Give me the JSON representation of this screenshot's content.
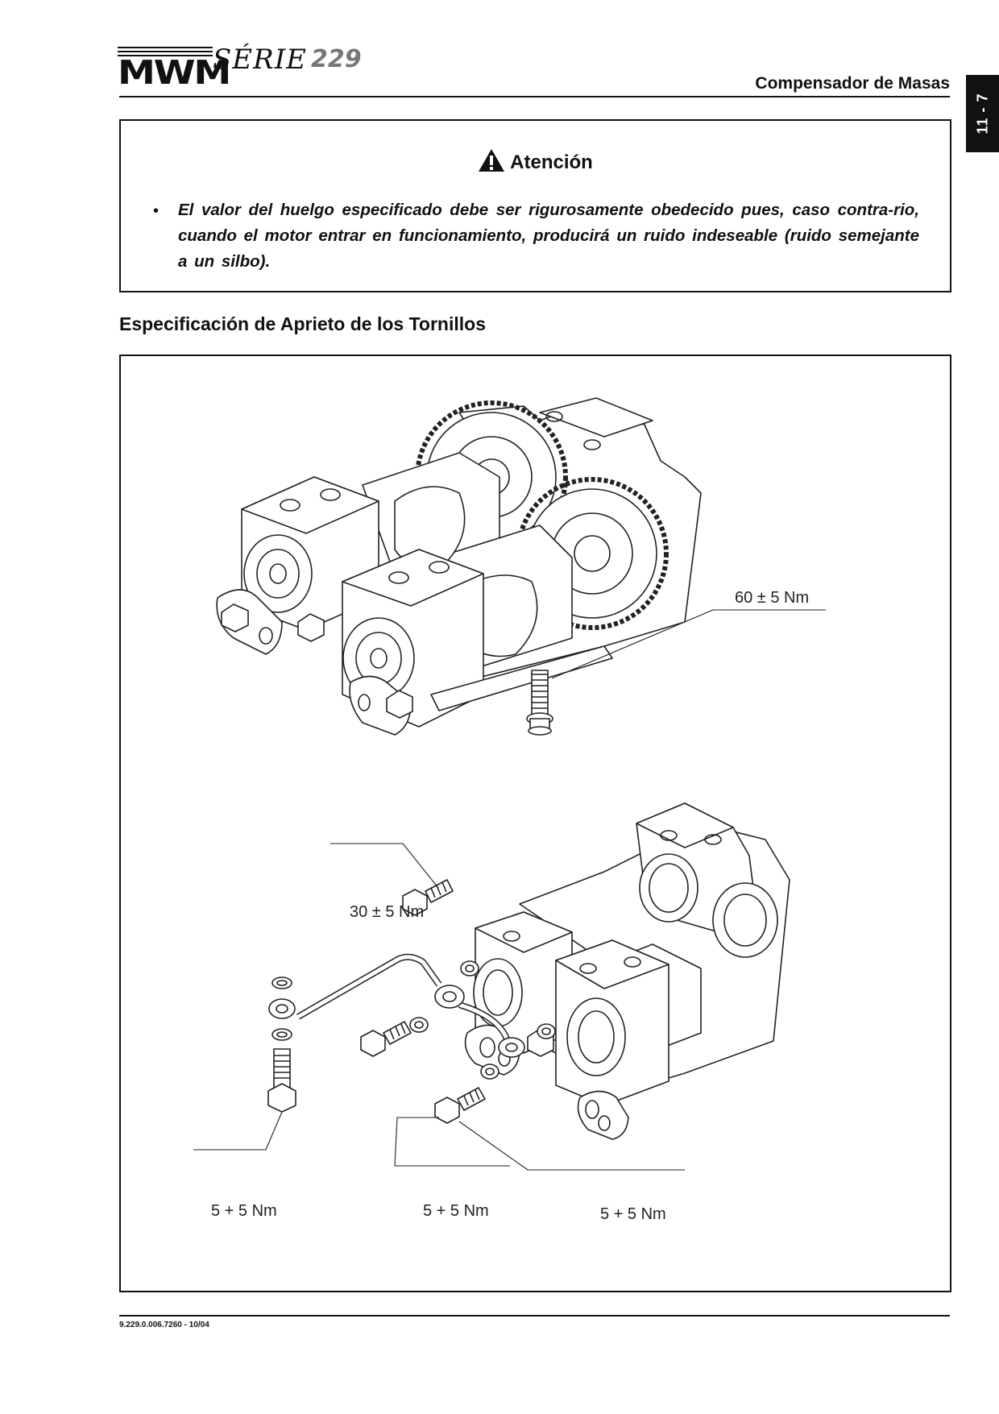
{
  "header": {
    "brand": "MWM",
    "series_word": "SÉRIE",
    "series_number": "229",
    "section_title": "Compensador de Masas",
    "page_tab": "11 - 7"
  },
  "warning": {
    "title": "Atención",
    "icon": "warning-triangle-icon",
    "bullet": "•",
    "text": "El valor del huelgo especificado debe ser rigurosamente obedecido pues, caso contra-rio, cuando el motor entrar en funcionamiento, producirá un ruido indeseable (ruido semejante a un silbo)."
  },
  "section_heading": "Especificación de Aprieto de los Tornillos",
  "figure": {
    "callouts": [
      {
        "id": "bolt-top",
        "label": "60 ± 5 Nm"
      },
      {
        "id": "bolt-mid",
        "label": "30 ± 5 Nm"
      },
      {
        "id": "banjo-left",
        "label": "5 + 5 Nm"
      },
      {
        "id": "banjo-center",
        "label": "5 + 5 Nm"
      },
      {
        "id": "banjo-right",
        "label": "5 + 5 Nm"
      }
    ]
  },
  "footer": {
    "doc_code": "9.229.0.006.7260 - 10/04"
  }
}
